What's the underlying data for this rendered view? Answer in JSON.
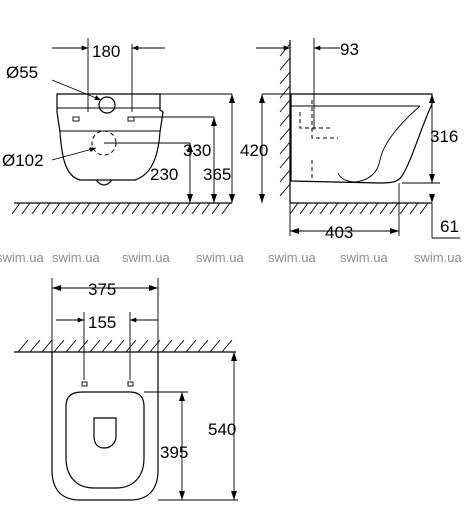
{
  "front_view": {
    "d_180": "180",
    "d_55": "Ø55",
    "d_102": "Ø102",
    "d_330": "330",
    "d_230": "230",
    "d_365": "365"
  },
  "side_view": {
    "d_93": "93",
    "d_420": "420",
    "d_316": "316",
    "d_403": "403",
    "d_61": "61"
  },
  "top_view": {
    "d_375": "375",
    "d_155": "155",
    "d_395": "395",
    "d_540": "540"
  },
  "watermark": {
    "items": [
      "swim.ua",
      "swim.ua",
      "swim.ua",
      "swim.ua",
      "swim.ua",
      "swim.ua",
      "swim.ua"
    ]
  }
}
